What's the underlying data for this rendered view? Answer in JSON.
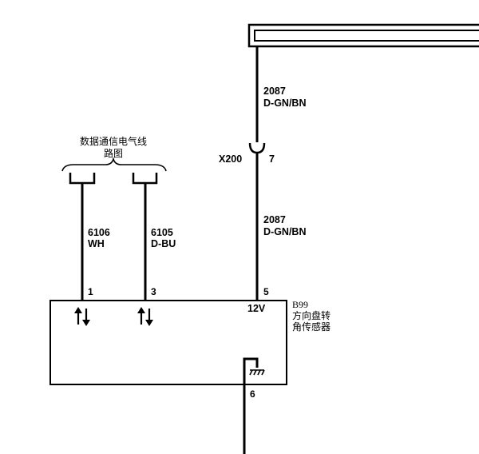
{
  "bus": {
    "label_line1": "数据通信电气线",
    "label_line2": "路图"
  },
  "wires": {
    "top_circuit": "2087",
    "top_color": "D-GN/BN",
    "bottom_circuit": "2087",
    "bottom_color": "D-GN/BN",
    "left_circuit": "6106",
    "left_color": "WH",
    "mid_circuit": "6105",
    "mid_color": "D-BU"
  },
  "connector": {
    "name": "X200",
    "pin": "7"
  },
  "module": {
    "id": "B99",
    "name_line1": "方向盘转",
    "name_line2": "角传感器",
    "voltage": "12V",
    "pins": [
      "1",
      "3",
      "5",
      "6"
    ],
    "arrows": [
      "↑↓",
      "↑↓"
    ]
  }
}
